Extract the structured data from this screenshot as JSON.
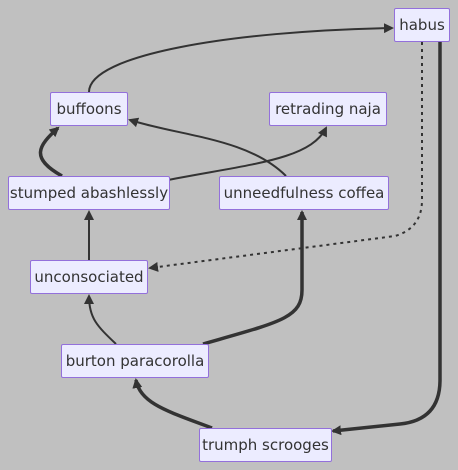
{
  "diagram": {
    "type": "flowchart",
    "nodes": {
      "habus": "habus",
      "buffoons": "buffoons",
      "retrading_naja": "retrading naja",
      "stumped_abashlessly": "stumped abashlessly",
      "unneedfulness_coffea": "unneedfulness coffea",
      "unconsociated": "unconsociated",
      "burton_paracorolla": "burton paracorolla",
      "trumph_scrooges": "trumph scrooges"
    },
    "edges": [
      {
        "from": "buffoons",
        "to": "habus",
        "style": "solid"
      },
      {
        "from": "habus",
        "to": "unconsociated",
        "style": "dotted"
      },
      {
        "from": "habus",
        "to": "trumph_scrooges",
        "style": "thick"
      },
      {
        "from": "stumped_abashlessly",
        "to": "buffoons",
        "style": "thick"
      },
      {
        "from": "stumped_abashlessly",
        "to": "retrading_naja",
        "style": "solid"
      },
      {
        "from": "unneedfulness_coffea",
        "to": "buffoons",
        "style": "solid"
      },
      {
        "from": "unconsociated",
        "to": "stumped_abashlessly",
        "style": "solid"
      },
      {
        "from": "burton_paracorolla",
        "to": "unconsociated",
        "style": "solid"
      },
      {
        "from": "burton_paracorolla",
        "to": "unneedfulness_coffea",
        "style": "thick"
      },
      {
        "from": "trumph_scrooges",
        "to": "burton_paracorolla",
        "style": "thick"
      }
    ],
    "colors": {
      "background": "#c0c0c0",
      "node_fill": "#ececff",
      "node_border": "#9370db",
      "edge": "#333333"
    }
  }
}
